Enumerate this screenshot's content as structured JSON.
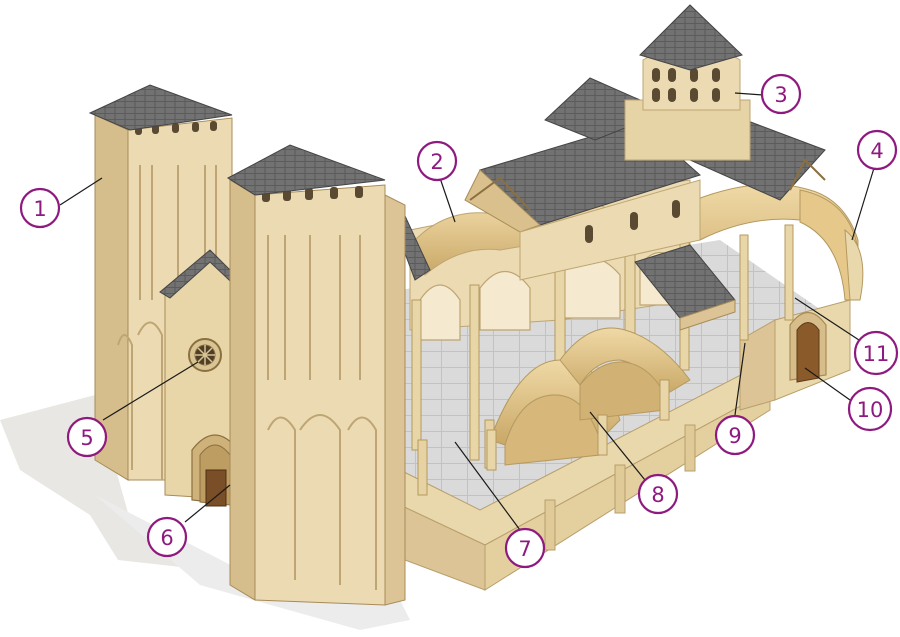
{
  "colors": {
    "callout": "#8e1a7f",
    "leader": "#1a1a1a",
    "stone_light": "#ecdcb4",
    "stone_mid": "#dcc79a",
    "stone_dark": "#c7ae7c",
    "roof": "#6f6f6f",
    "roof_dark": "#4d4d4d",
    "floor": "#d8d8d8",
    "vault": "#e8cf95",
    "shadow": "#e6e4e0"
  },
  "callouts": [
    {
      "label": "1"
    },
    {
      "label": "2"
    },
    {
      "label": "3"
    },
    {
      "label": "4"
    },
    {
      "label": "5"
    },
    {
      "label": "6"
    },
    {
      "label": "7"
    },
    {
      "label": "8"
    },
    {
      "label": "9"
    },
    {
      "label": "10"
    },
    {
      "label": "11"
    }
  ]
}
